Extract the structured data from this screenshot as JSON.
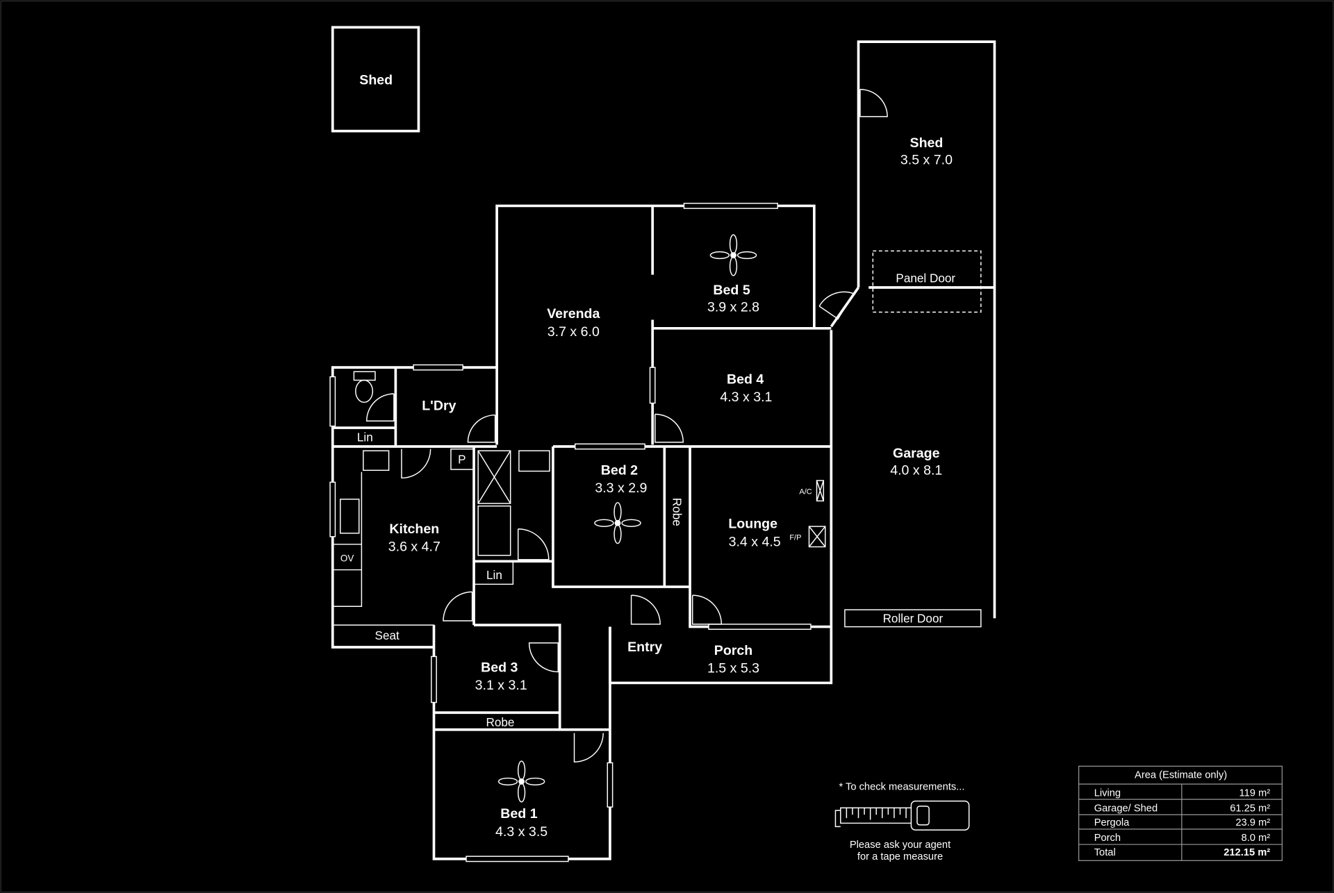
{
  "rooms": {
    "shed_small": {
      "name": "Shed"
    },
    "shed": {
      "name": "Shed",
      "dims": "3.5 x 7.0"
    },
    "panel_door": "Panel Door",
    "bed5": {
      "name": "Bed 5",
      "dims": "3.9 x 2.8"
    },
    "verenda": {
      "name": "Verenda",
      "dims": "3.7 x 6.0"
    },
    "bed4": {
      "name": "Bed 4",
      "dims": "4.3 x 3.1"
    },
    "garage": {
      "name": "Garage",
      "dims": "4.0 x 8.1"
    },
    "ldry": {
      "name": "L'Dry"
    },
    "lin1": "Lin",
    "p": "P",
    "kitchen": {
      "name": "Kitchen",
      "dims": "3.6 x 4.7"
    },
    "ov": "OV",
    "bed2": {
      "name": "Bed 2",
      "dims": "3.3 x 2.9"
    },
    "robe2": "Robe",
    "lounge": {
      "name": "Lounge",
      "dims": "3.4 x 4.5"
    },
    "ac": "A/C",
    "fp": "F/P",
    "lin2": "Lin",
    "seat": "Seat",
    "roller_door": "Roller Door",
    "entry": "Entry",
    "porch": {
      "name": "Porch",
      "dims": "1.5 x 5.3"
    },
    "bed3": {
      "name": "Bed 3",
      "dims": "3.1 x 3.1"
    },
    "robe3": "Robe",
    "bed1": {
      "name": "Bed 1",
      "dims": "4.3 x 3.5"
    }
  },
  "tape": {
    "top": "* To check measurements...",
    "line1": "Please ask your agent",
    "line2": "for a tape measure"
  },
  "area_table": {
    "title": "Area (Estimate only)",
    "rows": [
      {
        "label": "Living",
        "value": "119 m²"
      },
      {
        "label": "Garage/ Shed",
        "value": "61.25 m²"
      },
      {
        "label": "Pergola",
        "value": "23.9 m²"
      },
      {
        "label": "Porch",
        "value": "8.0 m²"
      },
      {
        "label": "Total",
        "value": "212.15 m²"
      }
    ]
  }
}
